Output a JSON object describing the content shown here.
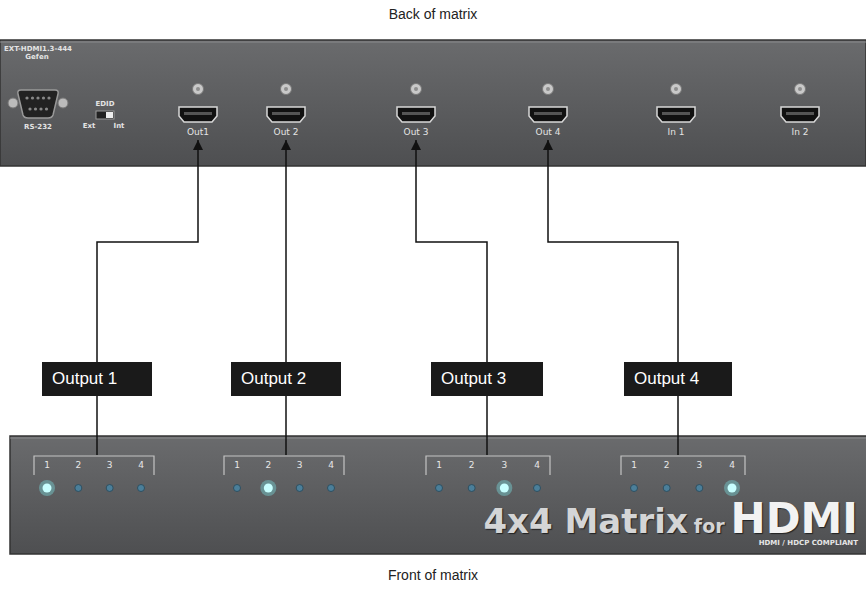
{
  "diagram": {
    "title": "Back of matrix",
    "caption": "Front of matrix",
    "nodes": [
      {
        "text": [
          "Out1"
        ]
      },
      {
        "text": [
          "Out 2"
        ]
      },
      {
        "text": [
          "Out 3"
        ]
      },
      {
        "text": [
          "Out 4"
        ]
      },
      {
        "text": [
          "In 1"
        ]
      },
      {
        "text": [
          "In 2"
        ]
      },
      {
        "text": [
          "Output 1"
        ]
      },
      {
        "text": [
          "Output 2"
        ]
      },
      {
        "text": [
          "Output 3"
        ]
      },
      {
        "text": [
          "Output 4"
        ]
      },
      {
        "text": [
          "1",
          "2",
          "3",
          "4"
        ]
      },
      {
        "text": [
          "1",
          "2",
          "3",
          "4"
        ]
      },
      {
        "text": [
          "1",
          "2",
          "3",
          "4"
        ]
      },
      {
        "text": [
          "1",
          "2",
          "3",
          "4"
        ]
      }
    ],
    "edges": [
      {
        "from": 6,
        "to": 0,
        "arrow": "to"
      },
      {
        "from": 7,
        "to": 1,
        "arrow": "to"
      },
      {
        "from": 8,
        "to": 2,
        "arrow": "to"
      },
      {
        "from": 9,
        "to": 3,
        "arrow": "to"
      },
      {
        "from": 6,
        "to": 10,
        "arrow": "none"
      },
      {
        "from": 7,
        "to": 11,
        "arrow": "none"
      },
      {
        "from": 8,
        "to": 12,
        "arrow": "none"
      },
      {
        "from": 9,
        "to": 13,
        "arrow": "none"
      }
    ],
    "labels": [
      "EXT-HDMI1.3-444",
      "Gefen",
      "RS-232",
      "EDID",
      "Ext",
      "Int",
      "4x4 Matrix",
      "for",
      "HDMI",
      "HDMI / HDCP COMPLIANT"
    ]
  }
}
